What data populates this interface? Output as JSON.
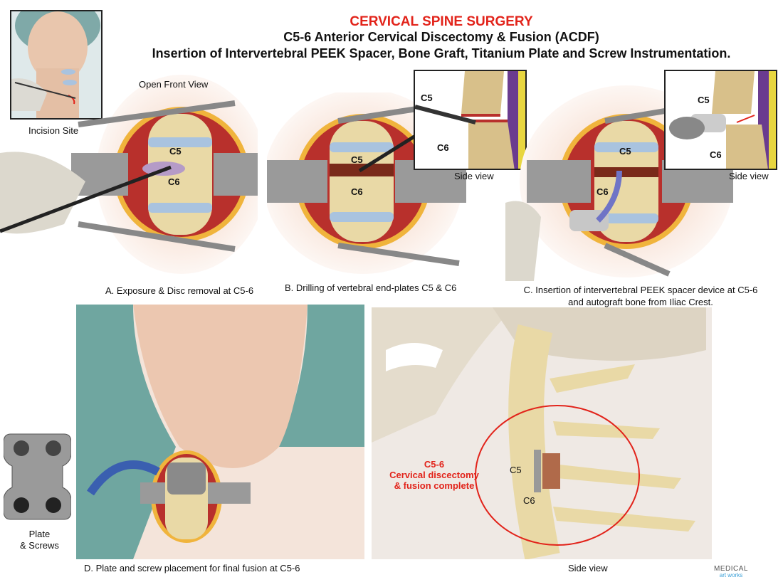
{
  "header": {
    "title": "CERVICAL SPINE SURGERY",
    "subtitle": "C5-6 Anterior Cervical Discectomy & Fusion (ACDF)",
    "description": "Insertion of  Intervertebral PEEK Spacer, Bone Graft, Titanium Plate and Screw Instrumentation."
  },
  "incision": {
    "label": "Incision Site"
  },
  "panel_a": {
    "view_label": "Open Front  View",
    "c5": "C5",
    "c6": "C6",
    "caption": "A. Exposure & Disc removal at C5-6"
  },
  "panel_b": {
    "c5": "C5",
    "c6": "C6",
    "caption": "B. Drilling of vertebral end-plates C5 & C6",
    "inset": {
      "c5": "C5",
      "c6": "C6",
      "label": "Side view"
    }
  },
  "panel_c": {
    "c5": "C5",
    "c6": "C6",
    "caption_line1": "C. Insertion of intervertebral PEEK spacer device at C5-6",
    "caption_line2": "and autograft bone from Iliac Crest.",
    "inset": {
      "c5": "C5",
      "c6": "C6",
      "label": "Side view"
    }
  },
  "panel_d": {
    "plate_label_line1": "Plate",
    "plate_label_line2": "& Screws",
    "caption": "D. Plate and screw placement for final fusion at C5-6"
  },
  "side_panel": {
    "c5": "C5",
    "c6": "C6",
    "note_line1": "C5-6",
    "note_line2": "Cervical discectomy",
    "note_line3": "& fusion complete",
    "caption": "Side view"
  },
  "logo": {
    "line1": "MEDICAL",
    "line2": "art works"
  },
  "colors": {
    "accent_red": "#e2231a",
    "muscle": "#b8302c",
    "bone": "#e9d9a6",
    "disc": "#a9c3df",
    "skin": "#f1d2c0"
  }
}
